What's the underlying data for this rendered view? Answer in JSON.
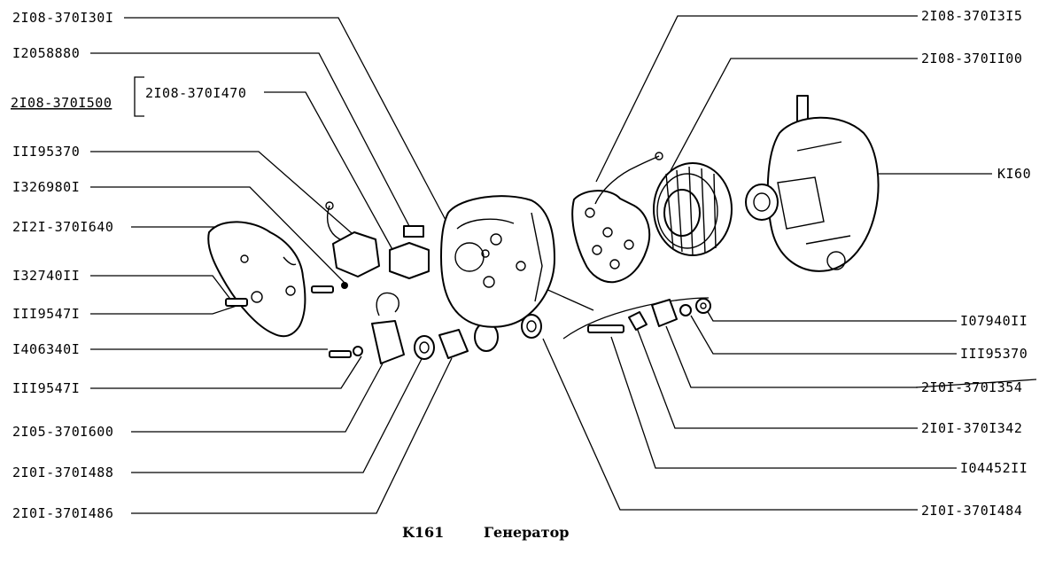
{
  "caption": {
    "code": "K161",
    "title": "Генератор"
  },
  "callouts": [
    {
      "id": "l1",
      "text": "2I08-370I30I"
    },
    {
      "id": "l2",
      "text": "I2058880"
    },
    {
      "id": "l3",
      "text": "2I08-370I500"
    },
    {
      "id": "l4",
      "text": "2I08-370I470"
    },
    {
      "id": "l5",
      "text": "III95370"
    },
    {
      "id": "l6",
      "text": "I326980I"
    },
    {
      "id": "l7",
      "text": "2I2I-370I640"
    },
    {
      "id": "l8",
      "text": "I32740II"
    },
    {
      "id": "l9",
      "text": "III9547I"
    },
    {
      "id": "l10",
      "text": "I406340I"
    },
    {
      "id": "l11",
      "text": "III9547I"
    },
    {
      "id": "l12",
      "text": "2I05-370I600"
    },
    {
      "id": "l13",
      "text": "2I0I-370I488"
    },
    {
      "id": "l14",
      "text": "2I0I-370I486"
    },
    {
      "id": "r1",
      "text": "2I08-370I3I5"
    },
    {
      "id": "r2",
      "text": "2I08-370II00"
    },
    {
      "id": "r3",
      "text": "KI60"
    },
    {
      "id": "r4",
      "text": "I07940II"
    },
    {
      "id": "r5",
      "text": "III95370"
    },
    {
      "id": "r6",
      "text": "2I0I-370I354"
    },
    {
      "id": "r7",
      "text": "2I0I-370I342"
    },
    {
      "id": "r8",
      "text": "I04452II"
    },
    {
      "id": "r9",
      "text": "2I0I-370I484"
    }
  ]
}
